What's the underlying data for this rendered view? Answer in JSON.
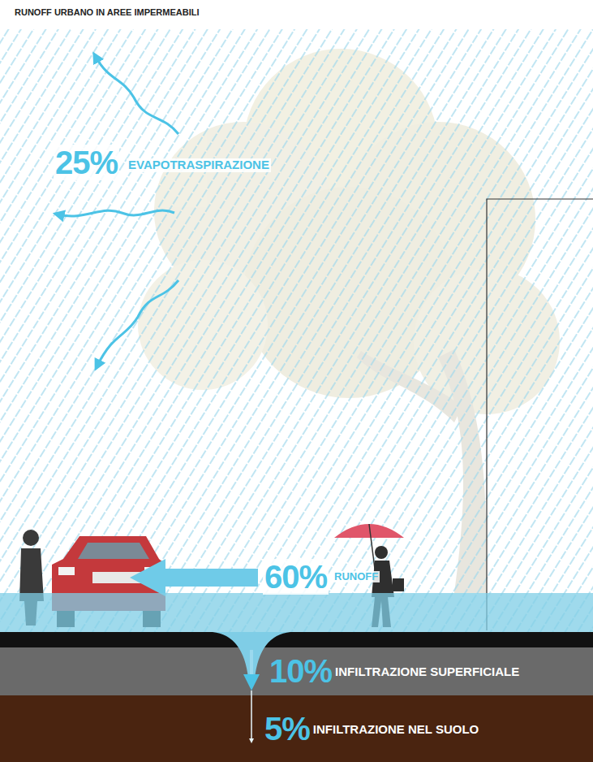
{
  "diagram": {
    "title": "RUNOFF URBANO IN AREE IMPERMEABILI",
    "nodes": [
      {
        "text": [
          "10%",
          "INFILTRAZIONE SUPERFICIALE"
        ]
      },
      {
        "text": [
          "5%",
          "INFILTRAZIONE NEL SUOLO"
        ]
      }
    ],
    "labels": [
      "25%",
      "EVAPOTRASPIRAZIONE",
      "60%",
      "RUNOFF"
    ]
  }
}
